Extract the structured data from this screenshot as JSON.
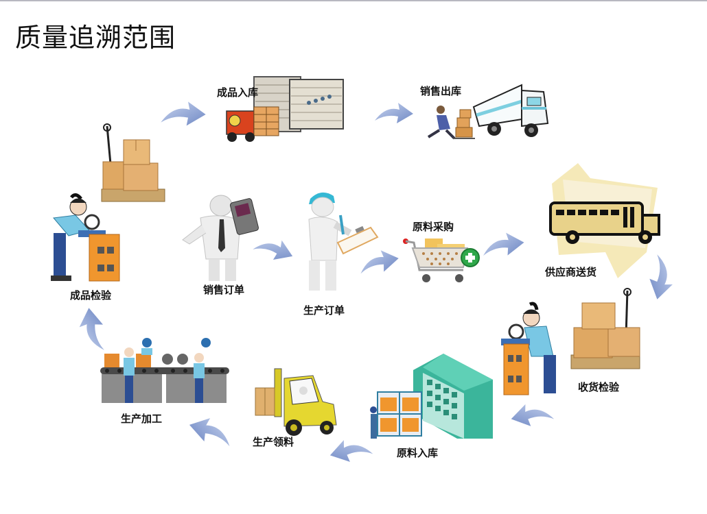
{
  "title": "质量追溯范围",
  "colors": {
    "arrow": "#8fa6d6",
    "arrow_dark": "#6f88c4",
    "box": "#e0a95c",
    "box_dark": "#c28a42"
  },
  "steps": [
    {
      "id": "sales-order",
      "label": "销售订单",
      "icon": "businessman-phone-icon"
    },
    {
      "id": "production-order",
      "label": "生产订单",
      "icon": "worker-clipboard-icon"
    },
    {
      "id": "material-purchase",
      "label": "原料采购",
      "icon": "shopping-cart-icon"
    },
    {
      "id": "supplier-delivery",
      "label": "供应商送货",
      "icon": "bus-icon"
    },
    {
      "id": "receiving-inspection",
      "label": "收货检验",
      "icon": "inspector-boxes-icon"
    },
    {
      "id": "material-warehousing",
      "label": "原料入库",
      "icon": "warehouse-building-icon"
    },
    {
      "id": "material-requisition",
      "label": "生产领料",
      "icon": "forklift-icon"
    },
    {
      "id": "production-processing",
      "label": "生产加工",
      "icon": "assembly-line-icon"
    },
    {
      "id": "finished-inspection",
      "label": "成品检验",
      "icon": "inspector-boxes-icon"
    },
    {
      "id": "finished-warehousing",
      "label": "成品入库",
      "icon": "warehouse-forklift-icon"
    },
    {
      "id": "sales-outbound",
      "label": "销售出库",
      "icon": "delivery-truck-icon"
    }
  ]
}
